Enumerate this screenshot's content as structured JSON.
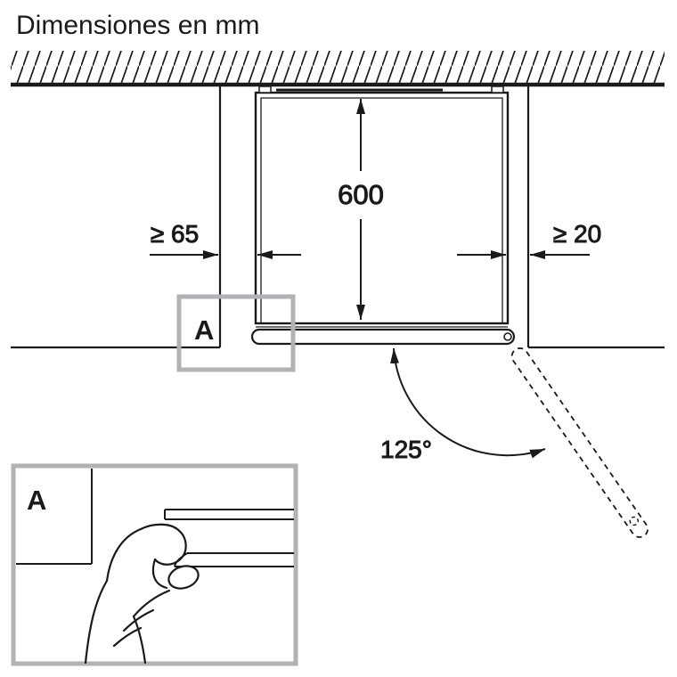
{
  "title": "Dimensiones en mm",
  "colors": {
    "line": "#1a1a1a",
    "detail_box_gray": "#b0b2b4",
    "background": "#ffffff"
  },
  "dimensions": {
    "depth": "600",
    "left_clearance": "≥ 65",
    "right_clearance": "≥ 20",
    "door_opening_angle": "125°"
  },
  "detail": {
    "marker_label": "A",
    "view_label": "A"
  },
  "icons": {
    "hand_grip": "hand-gripping-door-handle"
  }
}
